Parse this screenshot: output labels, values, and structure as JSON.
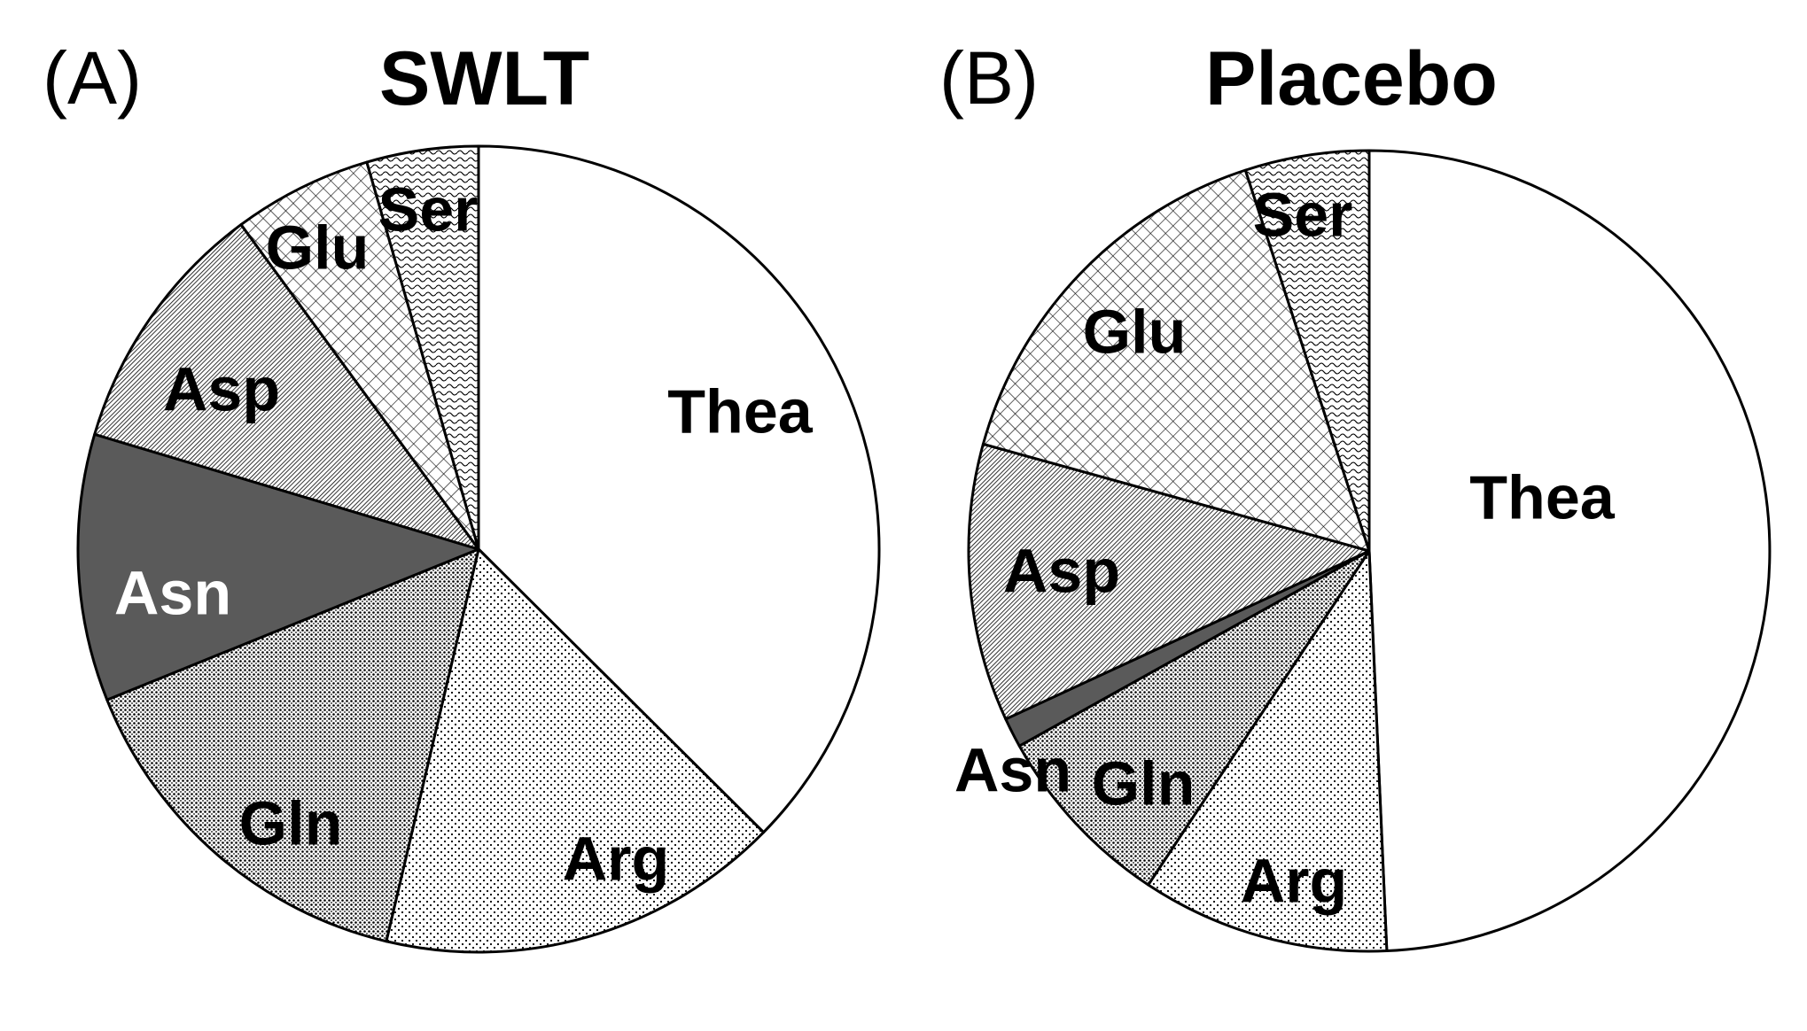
{
  "chart_data": [
    {
      "type": "pie",
      "panel_label": "(A)",
      "title": "SWLT",
      "categories": [
        "Thea",
        "Arg",
        "Gln",
        "Asn",
        "Asp",
        "Glu",
        "Ser"
      ],
      "values": [
        37.4,
        16.3,
        15.2,
        10.7,
        10.3,
        5.6,
        4.5
      ],
      "start": "12 o'clock",
      "direction": "clockwise"
    },
    {
      "type": "pie",
      "panel_label": "(B)",
      "title": "Placebo",
      "categories": [
        "Thea",
        "Arg",
        "Gln",
        "Asn",
        "Asp",
        "Glu",
        "Ser"
      ],
      "values": [
        49.3,
        10.0,
        7.6,
        1.2,
        11.2,
        15.7,
        5.0
      ],
      "start": "12 o'clock",
      "direction": "clockwise"
    }
  ],
  "patterns": {
    "Thea": "white",
    "Arg": "fine-dots",
    "Gln": "dense-dots",
    "Asn": "dark-gray",
    "Asp": "diagonal-hatch",
    "Glu": "crosshatch",
    "Ser": "wavy"
  },
  "colors": {
    "stroke": "#000000",
    "asn_fill": "#5a5a5a",
    "label_dark": "#000000",
    "label_light": "#ffffff"
  }
}
